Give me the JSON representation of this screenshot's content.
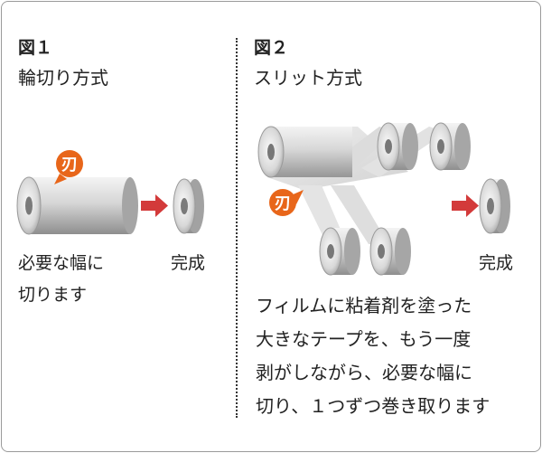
{
  "fig1": {
    "heading": "図１",
    "subtitle": "輪切り方式",
    "blade_label": "刃",
    "caption_left_1": "必要な幅に",
    "caption_left_2": "切ります",
    "caption_done": "完成"
  },
  "fig2": {
    "heading": "図２",
    "subtitle": "スリット方式",
    "blade_label": "刃",
    "caption_done": "完成",
    "description_lines": [
      "フィルムに粘着剤を塗った",
      "大きなテープを、もう一度",
      "剥がしながら、必要な幅に",
      "切り、１つずつ巻き取ります"
    ]
  },
  "colors": {
    "blade_badge": "#e8661a",
    "arrow": "#d33a3a",
    "roll_light": "#ededed",
    "roll_dark": "#9a9a9a"
  }
}
